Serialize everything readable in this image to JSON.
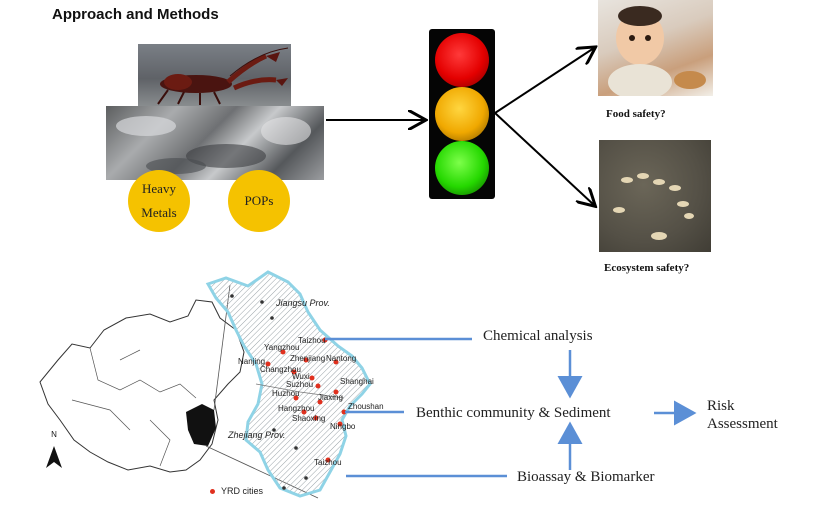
{
  "title": "Approach and Methods",
  "contaminants": [
    "Heavy\nMetals",
    "POPs"
  ],
  "contaminant_lines": [
    [
      "Heavy",
      "Metals"
    ],
    [
      "POPs"
    ]
  ],
  "questions": [
    "Food safety?",
    "Ecosystem safety?"
  ],
  "workflow": {
    "chemical": "Chemical analysis",
    "benthic": "Benthic community & Sediment",
    "bioassay": "Bioassay & Biomarker",
    "risk_line1": "Risk",
    "risk_line2": "Assessment"
  },
  "map": {
    "provinces": [
      "Jiangsu Prov.",
      "Zhejiang Prov."
    ],
    "cities": [
      "Taizhou",
      "Yangzhou",
      "Nanjing",
      "Zhenjiang",
      "Nantong",
      "Changzhou",
      "Wuxi",
      "Suzhou",
      "Shanghai",
      "Huzhou",
      "Jiaxing",
      "Hangzhou",
      "Shaoxing",
      "Zhoushan",
      "Ningbo",
      "Taizhou"
    ],
    "legend": "YRD cities",
    "north": "N"
  },
  "colors": {
    "circle_fill": "#f5c200",
    "flow_arrow": "#5b8fd6",
    "city_dot": "#e0301e",
    "region_outline": "#8fd3e6"
  },
  "icons": [
    "crayfish-photo",
    "sediment-photo",
    "traffic-light",
    "baby-photo",
    "crayfish-pond-photo",
    "china-map",
    "north-arrow-icon"
  ]
}
